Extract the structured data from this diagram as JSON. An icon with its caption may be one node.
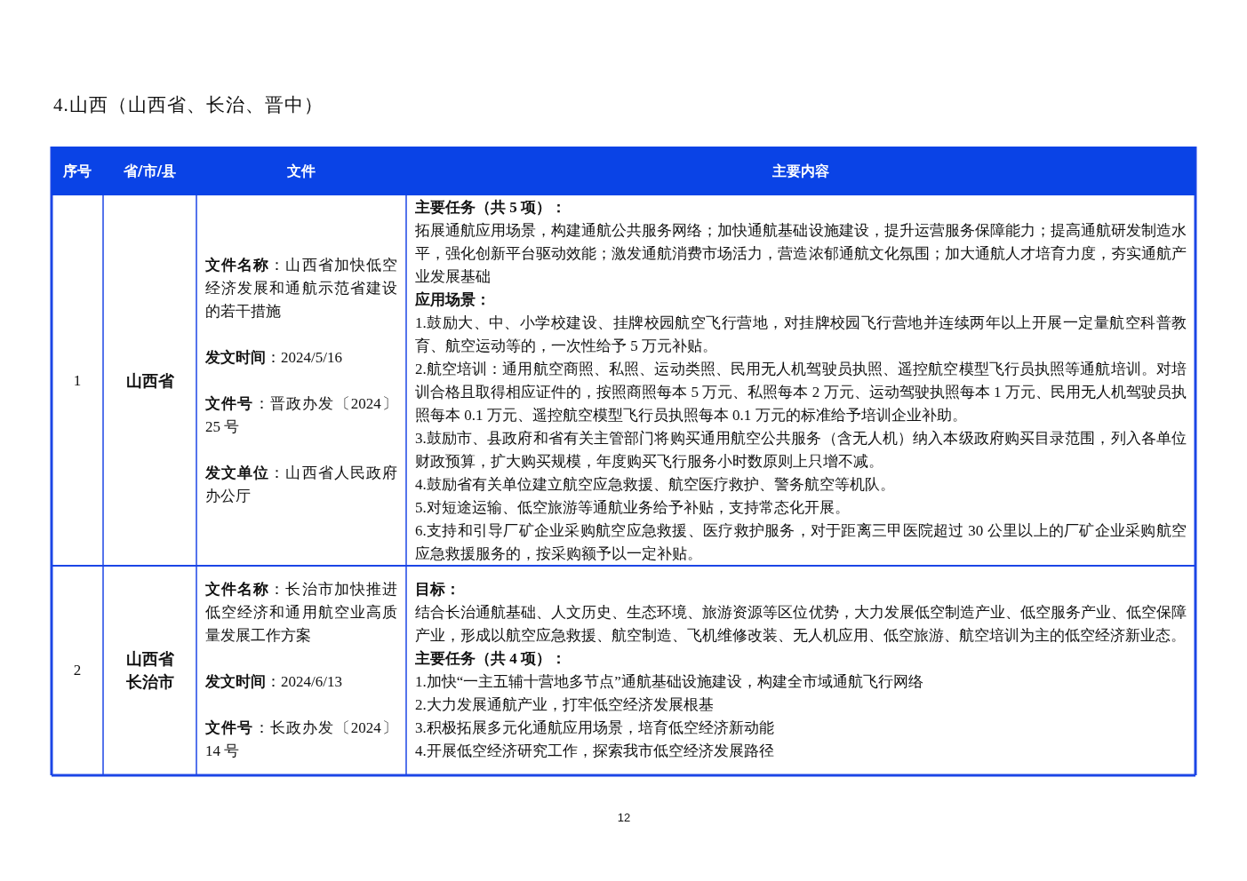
{
  "diagram": {
    "title": "4.山西（山西省、长治、晋中）",
    "labels": [
      "序号",
      "省/市/县",
      "文件",
      "主要内容",
      "1",
      "山西省",
      "**文件名称**：山西省加快低空经济发展和通航示范省建设的若干措施",
      "**发文时间**：2024/5/16",
      "**文件号**：晋政办发〔2024〕25 号",
      "**发文单位**：山西省人民政府办公厅",
      "主要任务（共 5 项）：",
      "拓展通航应用场景，构建通航公共服务网络；加快通航基础设施建设，提升运营服务保障能力；提高通航研发制造水平，强化创新平台驱动效能；激发通航消费市场活力，营造浓郁通航文化氛围；加大通航人才培育力度，夯实通航产业发展基础",
      "应用场景：",
      "1.鼓励大、中、小学校建设、挂牌校园航空飞行营地，对挂牌校园飞行营地并连续两年以上开展一定量航空科普教育、航空运动等的，一次性给予 5 万元补贴。",
      "2.航空培训：通用航空商照、私照、运动类照、民用无人机驾驶员执照、遥控航空模型飞行员执照等通航培训。对培训合格且取得相应证件的，按照商照每本 5 万元、私照每本 2 万元、运动驾驶执照每本 1 万元、民用无人机驾驶员执照每本 0.1 万元、遥控航空模型飞行员执照每本 0.1 万元的标准给予培训企业补助。",
      "3.鼓励市、县政府和省有关主管部门将购买通用航空公共服务（含无人机）纳入本级政府购买目录范围，列入各单位财政预算，扩大购买规模，年度购买飞行服务小时数原则上只增不减。",
      "4.鼓励省有关单位建立航空应急救援、航空医疗救护、警务航空等机队。",
      "5.对短途运输、低空旅游等通航业务给予补贴，支持常态化开展。",
      "6.支持和引导厂矿企业采购航空应急救援、医疗救护服务，对于距离三甲医院超过 30 公里以上的厂矿企业采购航空应急救援服务的，按采购额予以一定补贴。",
      "2",
      "山西省长治市",
      "**文件名称**：长治市加快推进低空经济和通用航空业高质量发展工作方案",
      "**发文时间**：2024/6/13",
      "**文件号**：长政办发〔2024〕14 号",
      "目标：",
      "结合长治通航基础、人文历史、生态环境、旅游资源等区位优势，大力发展低空制造产业、低空服务产业、低空保障产业，形成以航空应急救援、航空制造、飞机维修改装、无人机应用、低空旅游、航空培训为主的低空经济新业态。",
      "主要任务（共 4 项）：",
      "1.加快“一主五辅十营地多节点”通航基础设施建设，构建全市域通航飞行网络",
      "2.大力发展通航产业，打牢低空经济发展根基",
      "3.积极拓展多元化通航应用场景，培育低空经济新动能",
      "4.开展低空经济研究工作，探索我市低空经济发展路径",
      "12"
    ]
  }
}
